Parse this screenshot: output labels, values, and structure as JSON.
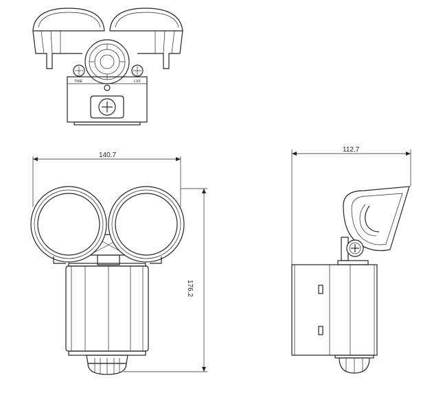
{
  "views": {
    "top": {
      "label_left": "TIME",
      "label_right": "LUX"
    },
    "front": {
      "width_dim": "140.7",
      "height_dim": "176.2"
    },
    "side": {
      "width_dim": "112.7"
    }
  }
}
